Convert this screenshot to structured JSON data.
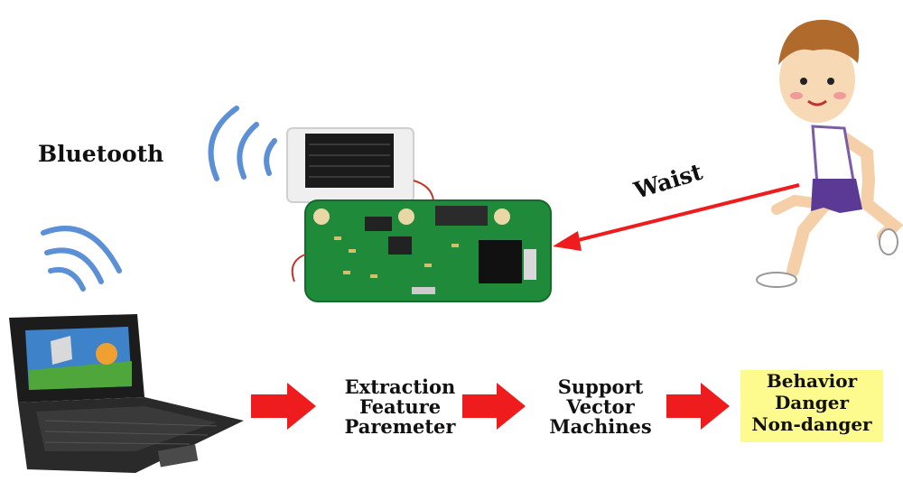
{
  "bluetooth": {
    "label": "Bluetooth"
  },
  "waist": {
    "label": "Waist"
  },
  "pipeline": {
    "step1": [
      "Extraction",
      "Feature",
      "Paremeter"
    ],
    "step2": [
      "Support",
      "Vector",
      "Machines"
    ],
    "result": [
      "Behavior",
      "Danger",
      "Non-danger"
    ]
  },
  "colors": {
    "arrow": "#ee1c1c",
    "wave": "#5b8fd6",
    "result_bg": "#fdfa8e",
    "pcb": "#1e8a3a"
  }
}
